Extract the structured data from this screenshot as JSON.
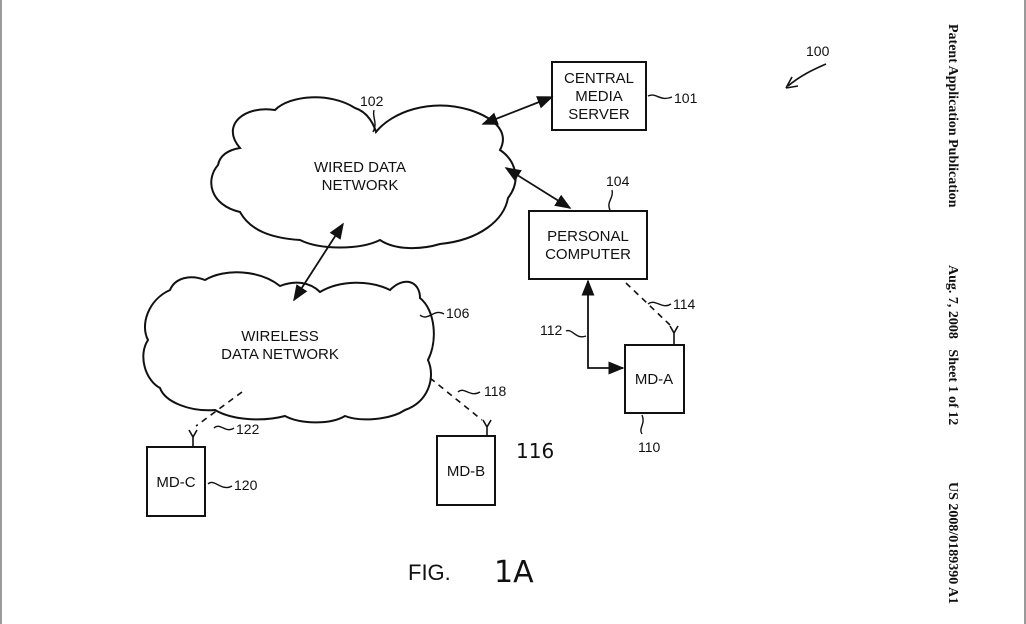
{
  "header": {
    "publication": "Patent Application Publication",
    "date": "Aug. 7, 2008",
    "sheet": "Sheet 1 of 12",
    "number": "US 2008/0189390 A1"
  },
  "diagram": {
    "system_ref": "100",
    "central_server": {
      "lines": [
        "CENTRAL",
        "MEDIA",
        "SERVER"
      ],
      "ref": "101"
    },
    "wired_network": {
      "lines": [
        "WIRED DATA",
        "NETWORK"
      ],
      "ref": "102"
    },
    "personal_computer": {
      "lines": [
        "PERSONAL",
        "COMPUTER"
      ],
      "ref": "104"
    },
    "wireless_network": {
      "lines": [
        "WIRELESS",
        "DATA NETWORK"
      ],
      "ref": "106"
    },
    "md_a": {
      "label": "MD-A",
      "ref": "110"
    },
    "md_b": {
      "label": "MD-B",
      "ref": "116"
    },
    "md_c": {
      "label": "MD-C",
      "ref": "120"
    },
    "link_refs": {
      "wired_link": "112",
      "pc_wireless": "114",
      "md_b_wireless": "118",
      "md_c_wireless": "122"
    },
    "figure": {
      "prefix": "FIG.",
      "suffix": "1A"
    }
  }
}
